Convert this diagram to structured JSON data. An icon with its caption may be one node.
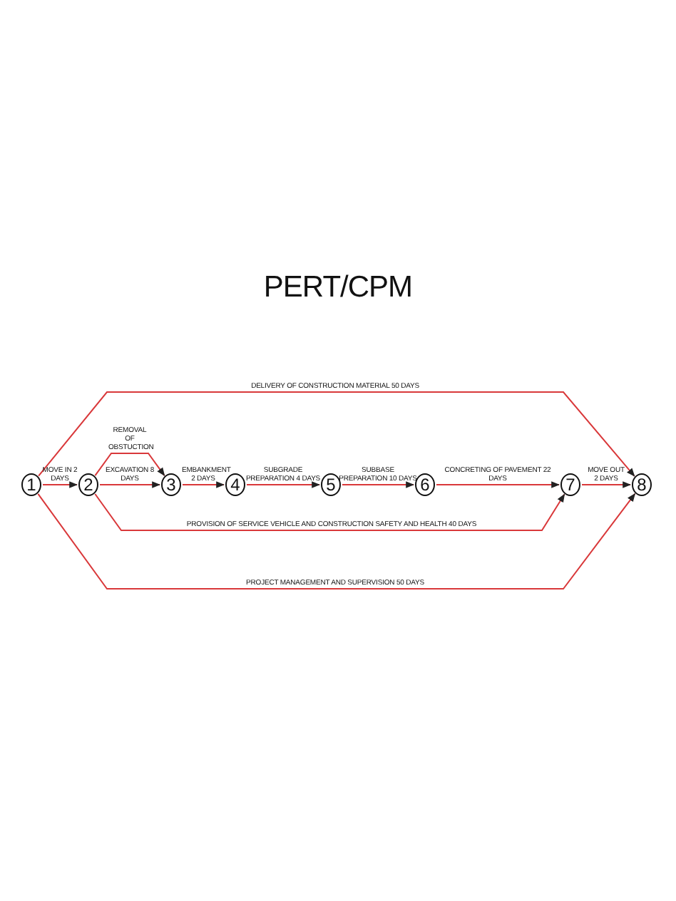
{
  "diagram": {
    "title": "PERT/CPM",
    "nodes": [
      {
        "text": [
          "1"
        ]
      },
      {
        "text": [
          "2"
        ]
      },
      {
        "text": [
          "3"
        ]
      },
      {
        "text": [
          "4"
        ]
      },
      {
        "text": [
          "5"
        ]
      },
      {
        "text": [
          "6"
        ]
      },
      {
        "text": [
          "7"
        ]
      },
      {
        "text": [
          "8"
        ]
      }
    ],
    "edges": [
      {
        "from": 0,
        "to": 1,
        "arrow": "to",
        "label": "MOVE IN 2 DAYS"
      },
      {
        "from": 1,
        "to": 2,
        "arrow": "to",
        "label": "REMOVAL OF OBSTUCTION"
      },
      {
        "from": 1,
        "to": 2,
        "arrow": "to",
        "label": "EXCAVATION 8 DAYS"
      },
      {
        "from": 2,
        "to": 3,
        "arrow": "to",
        "label": "EMBANKMENT 2 DAYS"
      },
      {
        "from": 3,
        "to": 4,
        "arrow": "to",
        "label": "SUBGRADE PREPARATION 4 DAYS"
      },
      {
        "from": 4,
        "to": 5,
        "arrow": "to",
        "label": "SUBBASE PREPARATION 10 DAYS"
      },
      {
        "from": 5,
        "to": 6,
        "arrow": "to",
        "label": "CONCRETING OF PAVEMENT 22 DAYS"
      },
      {
        "from": 6,
        "to": 7,
        "arrow": "to",
        "label": "MOVE OUT 2 DAYS"
      },
      {
        "from": 0,
        "to": 7,
        "arrow": "to",
        "label": "DELIVERY OF CONSTRUCTION MATERIAL 50 DAYS"
      },
      {
        "from": 1,
        "to": 6,
        "arrow": "to",
        "label": "PROVISION OF SERVICE VEHICLE AND CONSTRUCTION SAFETY AND HEALTH 40 DAYS"
      },
      {
        "from": 0,
        "to": 7,
        "arrow": "to",
        "label": "PROJECT MANAGEMENT AND SUPERVISION 50 DAYS"
      }
    ]
  }
}
